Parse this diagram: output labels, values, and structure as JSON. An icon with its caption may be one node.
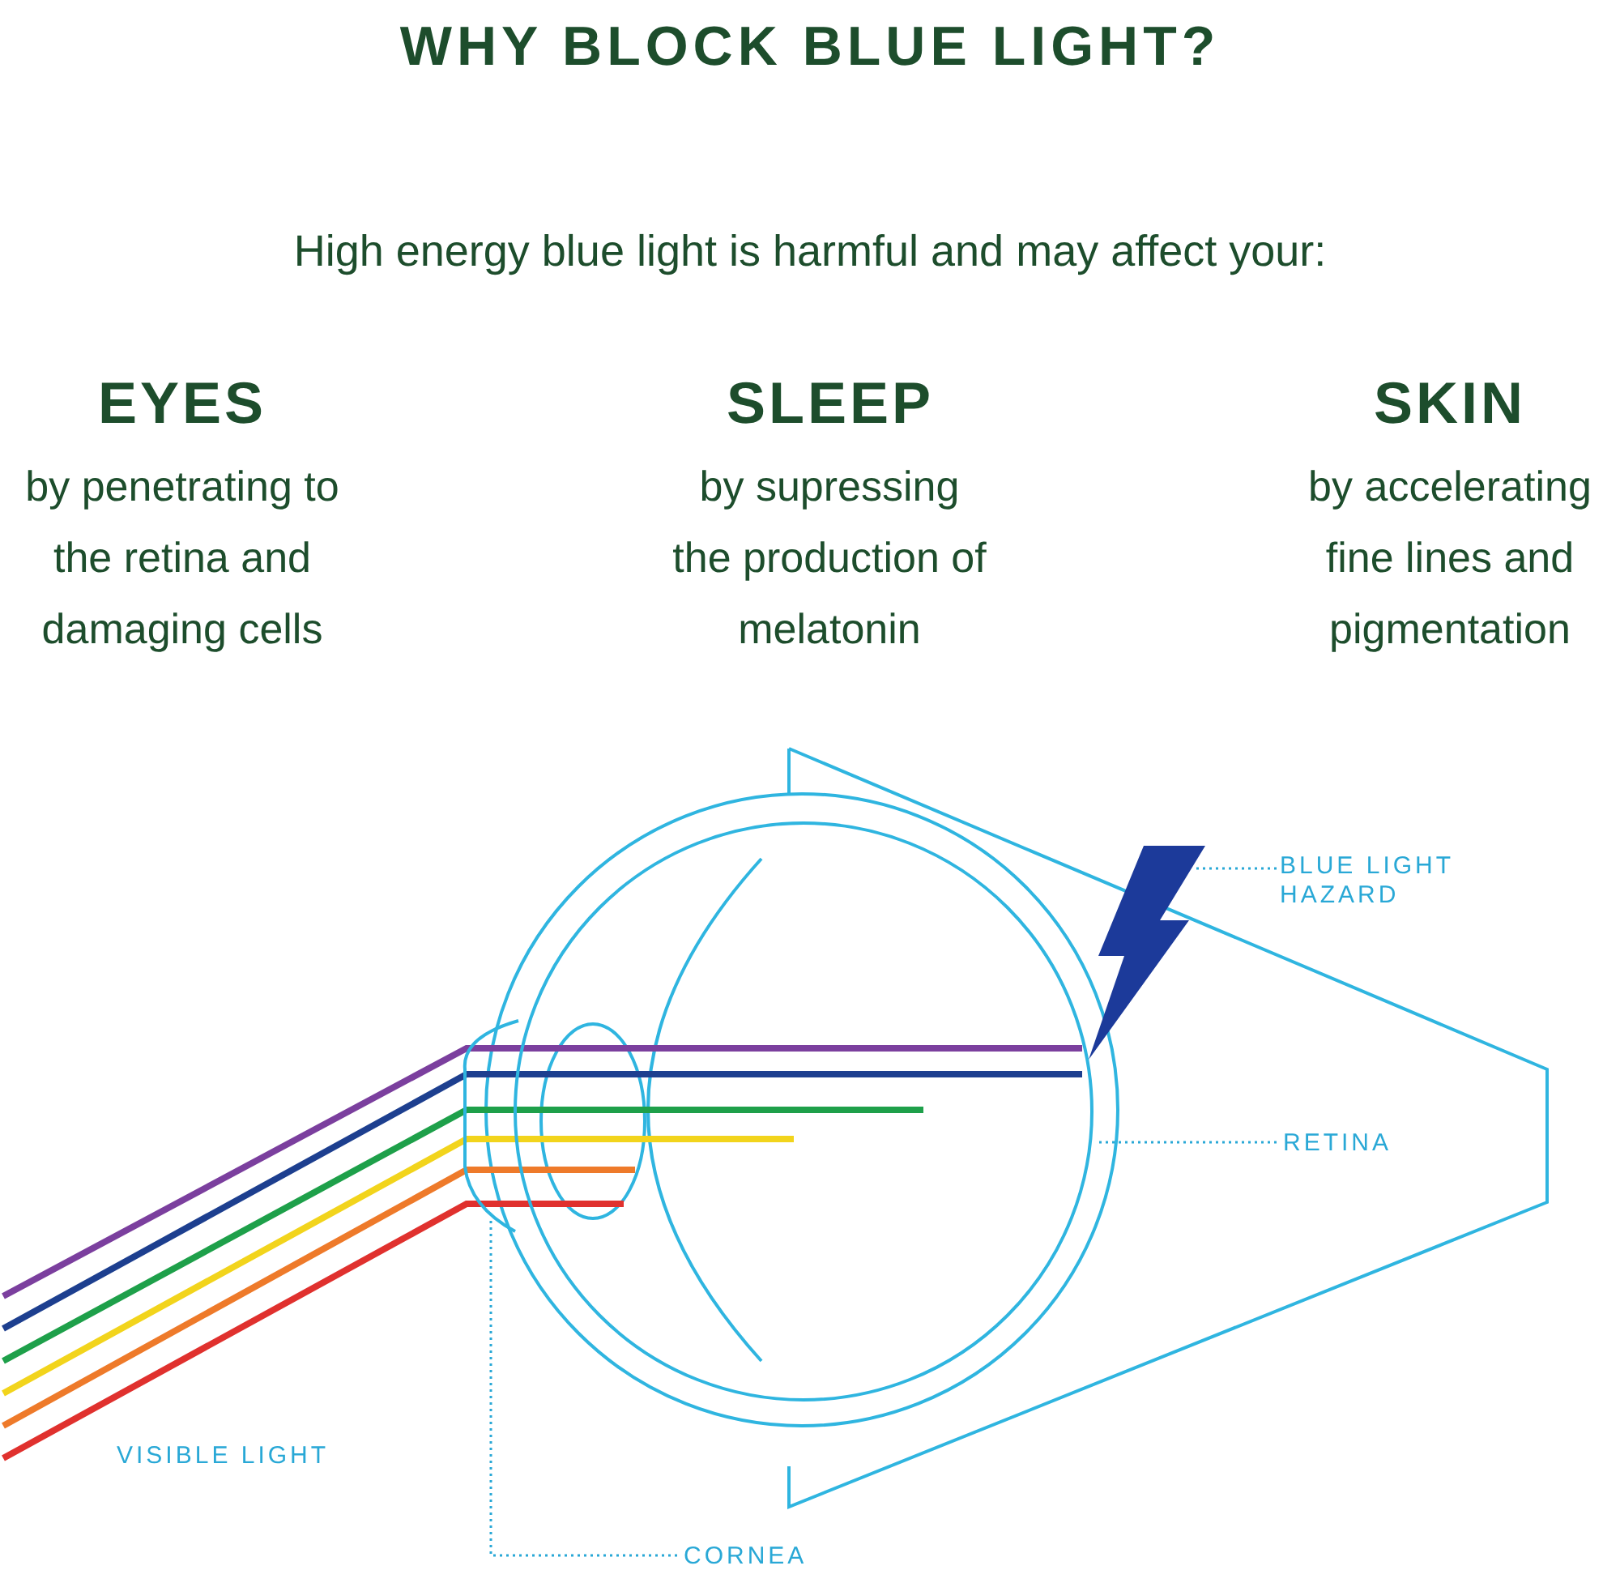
{
  "diagram": {
    "title": "WHY BLOCK BLUE LIGHT?",
    "nodes": [
      {
        "text": [
          "BLUE LIGHT HAZARD"
        ]
      },
      {
        "text": [],
        "shape": "picture"
      },
      {
        "text": [
          "RETINA"
        ]
      },
      {
        "text": [
          "CORNEA"
        ]
      },
      {
        "text": [],
        "shape": "circle"
      },
      {
        "text": [],
        "shape": "arc"
      }
    ],
    "edges": [
      {
        "from": 0,
        "to": 1,
        "arrow": "none"
      },
      {
        "from": 2,
        "to": 4,
        "arrow": "none"
      },
      {
        "from": 3,
        "to": 5,
        "arrow": "none"
      }
    ],
    "labels": [
      "High energy blue light is harmful and may affect your:",
      "EYES",
      "by penetrating to the retina and damaging cells",
      "SLEEP",
      "by supressing the production of melatonin",
      "SKIN",
      "by accelerating fine lines and pigmentation",
      "VISIBLE LIGHT"
    ]
  }
}
